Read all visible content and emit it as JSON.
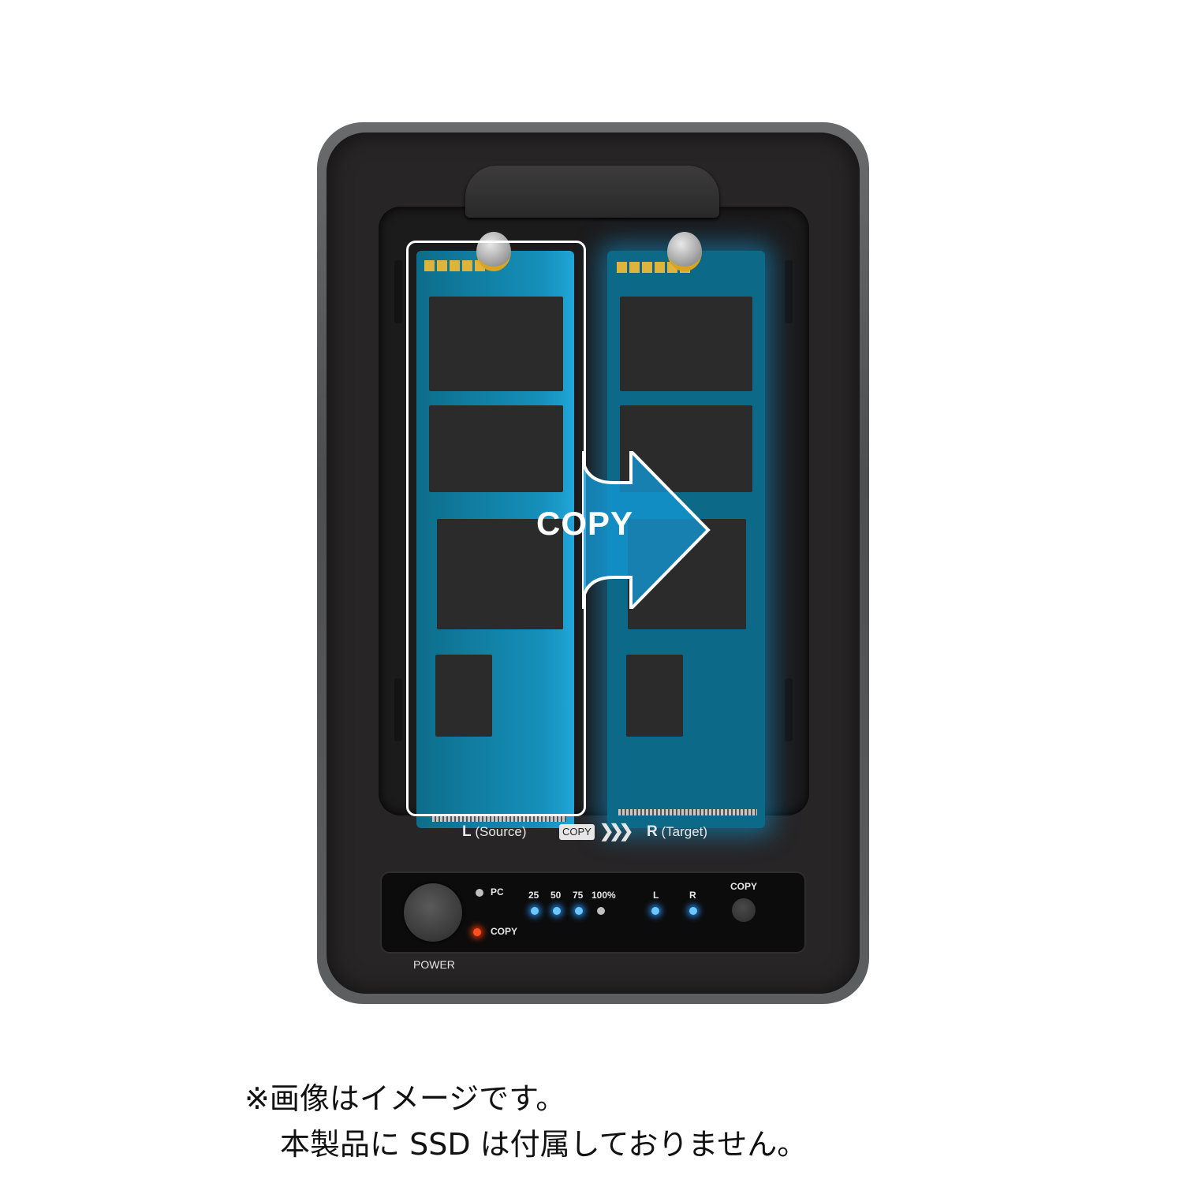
{
  "device": {
    "slot_left_label": {
      "letter": "L",
      "text": "(Source)"
    },
    "slot_right_label": {
      "letter": "R",
      "text": "(Target)"
    },
    "copy_tag": "COPY",
    "copy_chevrons": "❯❯❯",
    "arrow_text": "COPY",
    "panel": {
      "pc_label": "PC",
      "copy_status_label": "COPY",
      "progress_labels": [
        "25",
        "50",
        "75",
        "100%"
      ],
      "progress_states": [
        "on",
        "on",
        "on",
        "off"
      ],
      "slot_leds": [
        {
          "label": "L",
          "state": "on"
        },
        {
          "label": "R",
          "state": "on"
        }
      ],
      "copy_button_label": "COPY",
      "power_label": "POWER"
    },
    "colors": {
      "led_blue": "#6ac8ff",
      "led_red": "#ff5020",
      "ssd_blue": "#0e6f8f",
      "enclosure": "#272526"
    }
  },
  "notes": {
    "line1": "※画像はイメージです。",
    "line2": "本製品に SSD は付属しておりません。"
  }
}
